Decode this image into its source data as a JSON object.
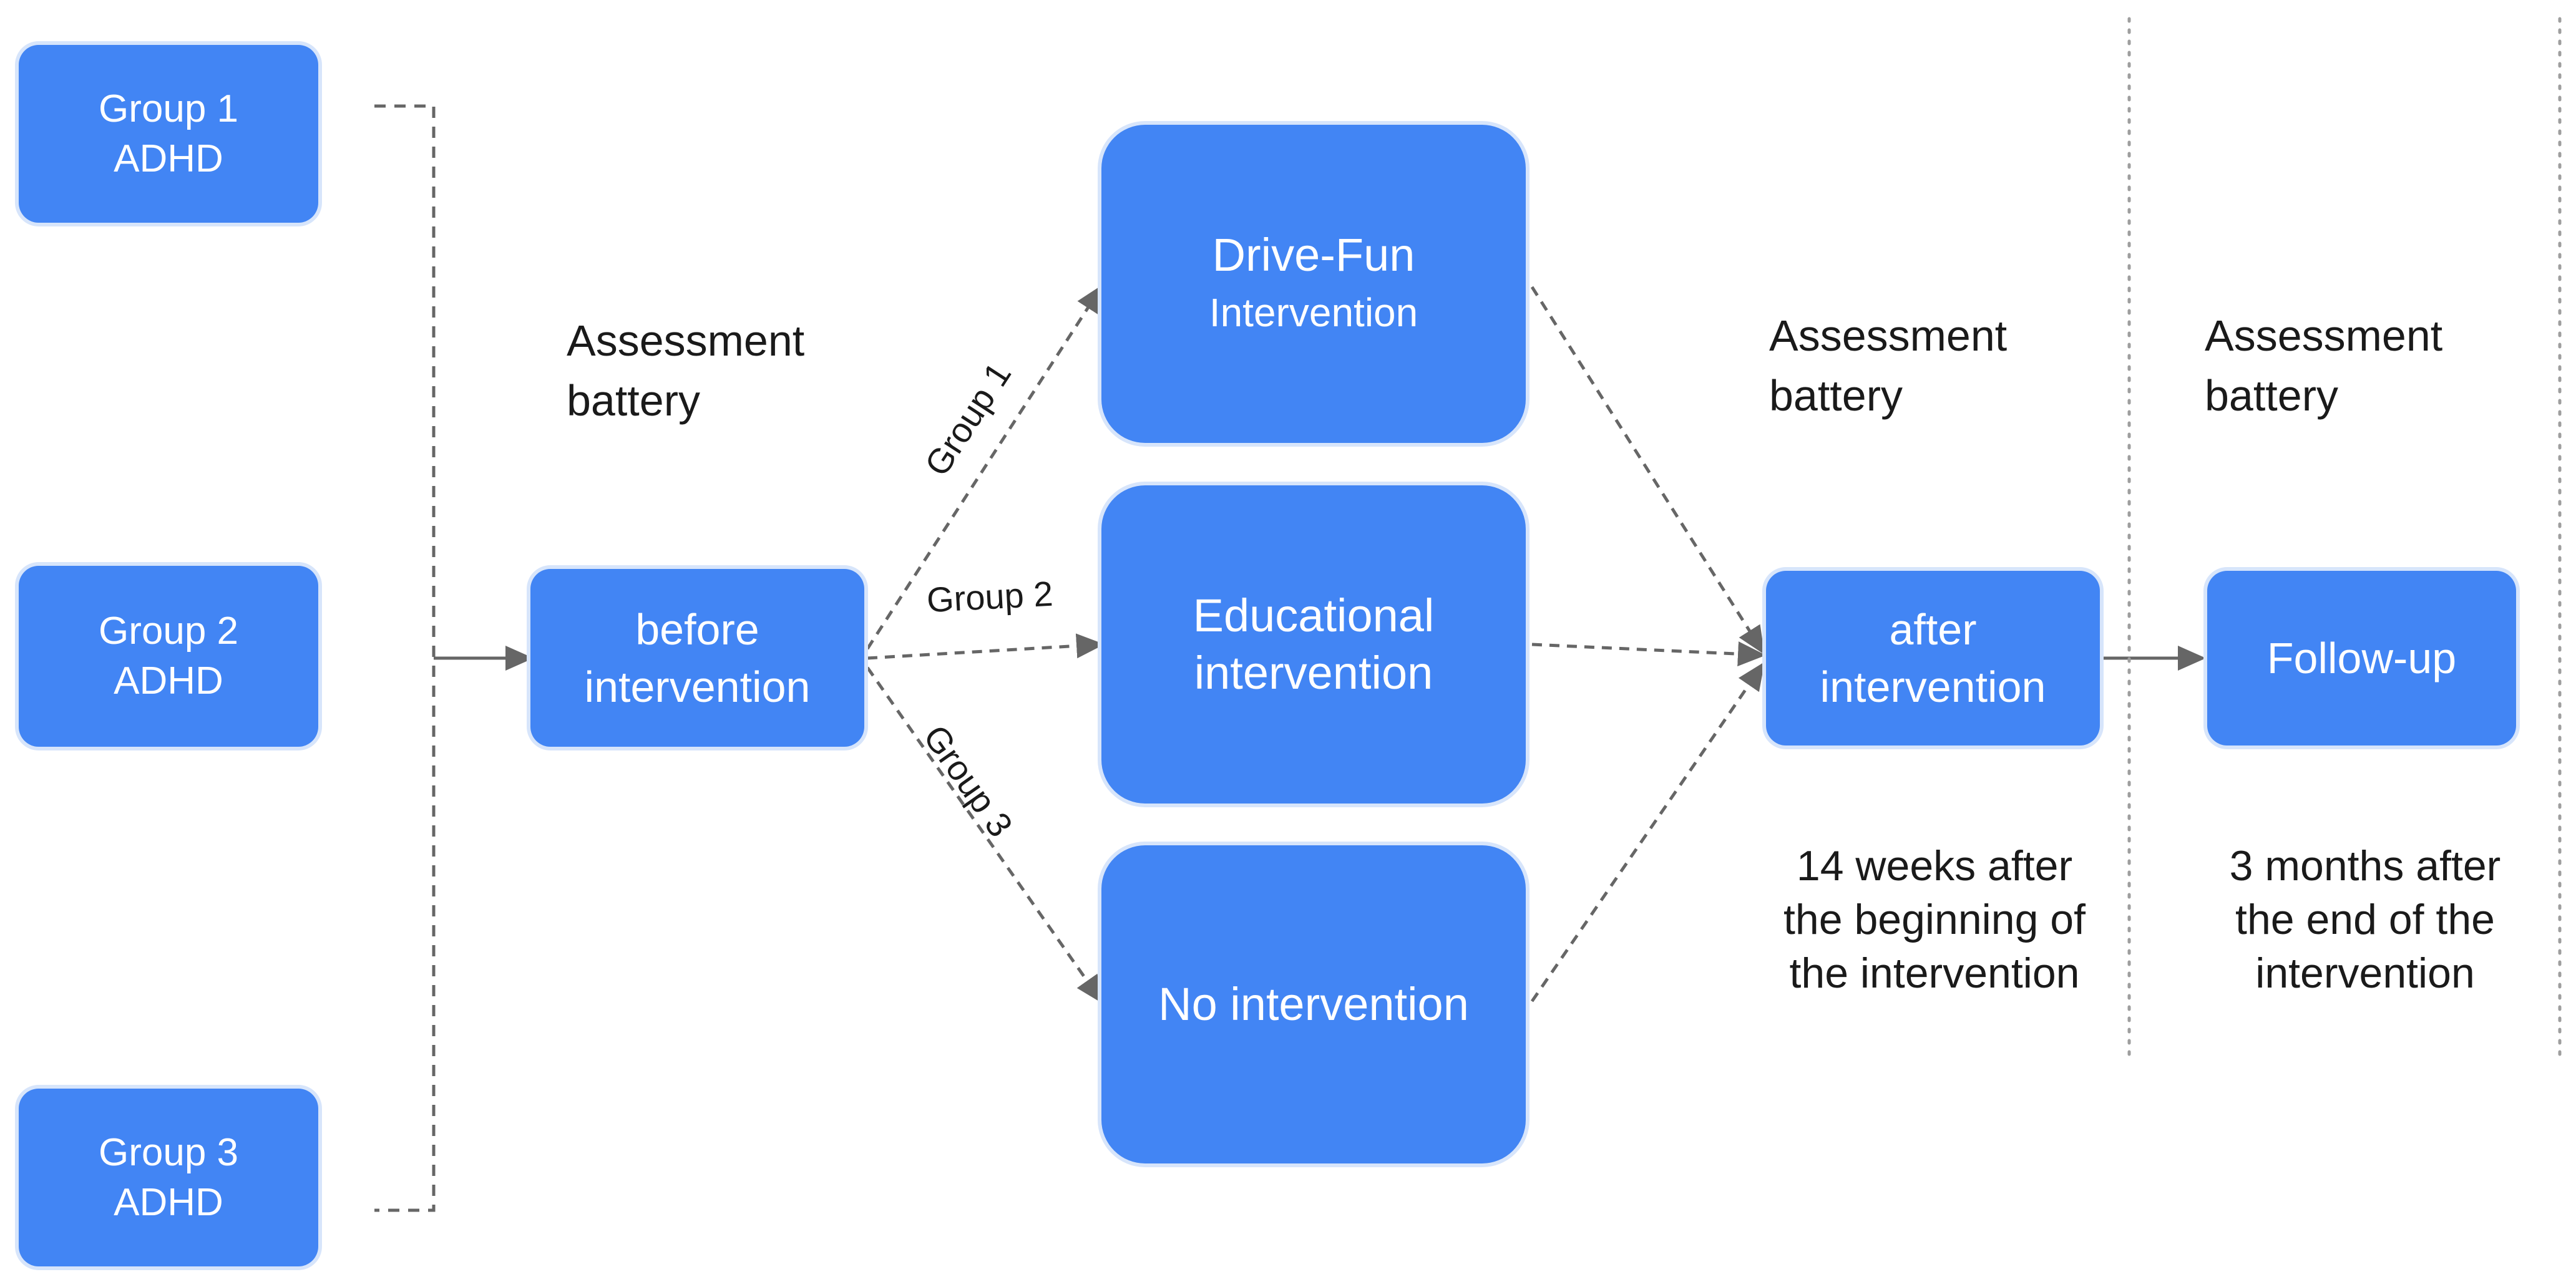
{
  "groups": [
    {
      "line1": "Group 1",
      "line2": "ADHD"
    },
    {
      "line1": "Group 2",
      "line2": "ADHD"
    },
    {
      "line1": "Group 3",
      "line2": "ADHD"
    }
  ],
  "before": {
    "line1": "before",
    "line2": "intervention"
  },
  "interventions": [
    {
      "line1": "Drive-Fun",
      "line2": "Intervention"
    },
    {
      "line1": "Educational",
      "line2": "intervention"
    },
    {
      "line1": "No intervention",
      "line2": ""
    }
  ],
  "after": {
    "line1": "after",
    "line2": "intervention"
  },
  "followup": {
    "label": "Follow-up"
  },
  "assessment_labels": [
    {
      "line1": "Assessment",
      "line2": "battery"
    },
    {
      "line1": "Assessment",
      "line2": "battery"
    },
    {
      "line1": "Assessment",
      "line2": "battery"
    }
  ],
  "edge_labels": [
    "Group 1",
    "Group 2",
    "Group 3"
  ],
  "notes": [
    {
      "line1": "14 weeks after",
      "line2": "the beginning of",
      "line3": "the intervention"
    },
    {
      "line1": "3 months after",
      "line2": "the end of the",
      "line3": "intervention"
    }
  ],
  "colors": {
    "box_fill": "#4285f4",
    "connector": "#666666",
    "divider": "#9e9e9e"
  }
}
